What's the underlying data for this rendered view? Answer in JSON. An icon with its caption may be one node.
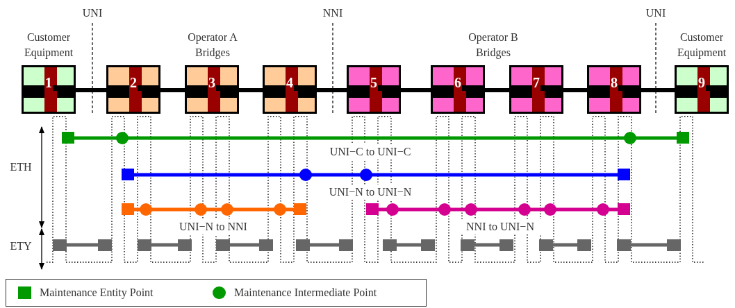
{
  "diagram": {
    "nodes": [
      {
        "text": [
          "1"
        ],
        "beside": [
          "Customer Equipment"
        ]
      },
      {
        "text": [
          "2"
        ]
      },
      {
        "text": [
          "3"
        ]
      },
      {
        "text": [
          "4"
        ]
      },
      {
        "text": [
          "5"
        ]
      },
      {
        "text": [
          "6"
        ]
      },
      {
        "text": [
          "7"
        ]
      },
      {
        "text": [
          "8"
        ]
      },
      {
        "text": [
          "9"
        ],
        "beside": [
          "Customer Equipment"
        ]
      }
    ],
    "edges": [
      {
        "from": 0,
        "to": 1,
        "arrow": "none"
      },
      {
        "from": 1,
        "to": 2,
        "arrow": "none"
      },
      {
        "from": 2,
        "to": 3,
        "arrow": "none"
      },
      {
        "from": 3,
        "to": 4,
        "arrow": "none"
      },
      {
        "from": 4,
        "to": 5,
        "arrow": "none"
      },
      {
        "from": 5,
        "to": 6,
        "arrow": "none"
      },
      {
        "from": 6,
        "to": 7,
        "arrow": "none"
      },
      {
        "from": 7,
        "to": 8,
        "arrow": "none"
      }
    ],
    "labels": [
      "UNI",
      "NNI",
      "UNI",
      "Operator A Bridges",
      "Operator B Bridges",
      "ETH",
      "UNI−C to UNI−C",
      "UNI−N to UNI−N",
      "UNI−N to NNI",
      "NNI to UNI−N",
      "ETY"
    ],
    "legend": [
      {
        "text": "Maintenance Entity Point",
        "color": "#009900"
      },
      {
        "text": "Maintenance Intermediate Point",
        "color": "#009900"
      }
    ]
  }
}
